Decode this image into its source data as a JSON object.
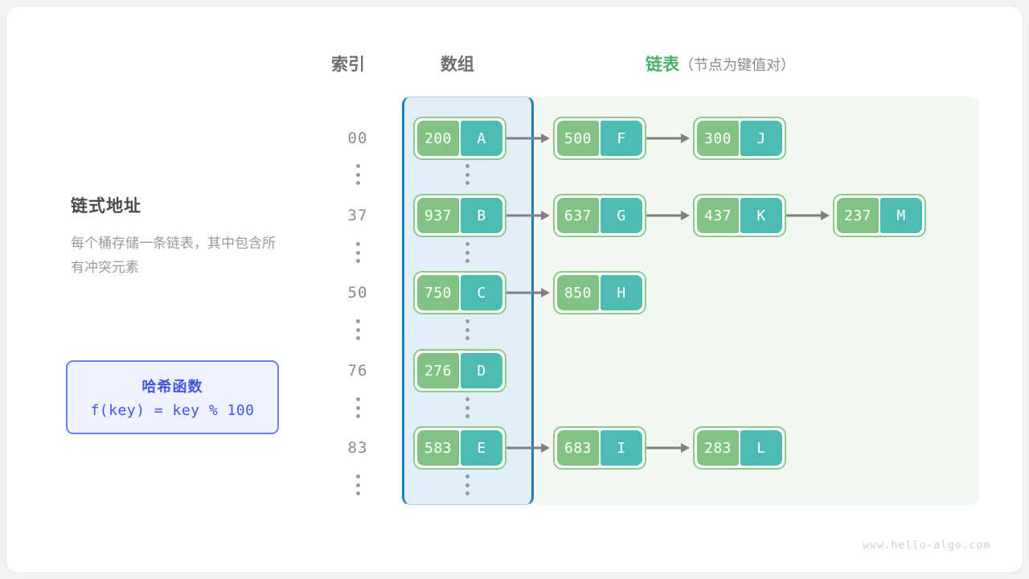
{
  "headers": {
    "index": "索引",
    "array": "数组",
    "list": "链表",
    "list_note": "（节点为键值对）"
  },
  "description": {
    "title": "链式地址",
    "body": "每个桶存储一条链表，其中包含所有冲突元素"
  },
  "hash_box": {
    "title": "哈希函数",
    "formula": "f(key) = key % 100"
  },
  "watermark": "www.hello-algo.com",
  "colors": {
    "array_panel_fill": "#e2eef8",
    "array_panel_border": "#1a7fc1",
    "list_panel_fill": "#f1f8f1",
    "key_cell": "#82c285",
    "value_cell": "#4cbcb3",
    "node_border": "#8cc98c",
    "arrow": "#808080",
    "list_header_green": "#4caf6d",
    "hash_accent": "#4356e0",
    "hash_fill": "#eef1fe"
  },
  "ellipsis_glyph": "⋮",
  "buckets": [
    {
      "index": "00",
      "bucket_node": {
        "key": "200",
        "value": "A"
      },
      "chain_nodes": [
        {
          "key": "500",
          "value": "F"
        },
        {
          "key": "300",
          "value": "J"
        }
      ]
    },
    {
      "index": "37",
      "bucket_node": {
        "key": "937",
        "value": "B"
      },
      "chain_nodes": [
        {
          "key": "637",
          "value": "G"
        },
        {
          "key": "437",
          "value": "K"
        },
        {
          "key": "237",
          "value": "M"
        }
      ]
    },
    {
      "index": "50",
      "bucket_node": {
        "key": "750",
        "value": "C"
      },
      "chain_nodes": [
        {
          "key": "850",
          "value": "H"
        }
      ]
    },
    {
      "index": "76",
      "bucket_node": {
        "key": "276",
        "value": "D"
      },
      "chain_nodes": []
    },
    {
      "index": "83",
      "bucket_node": {
        "key": "583",
        "value": "E"
      },
      "chain_nodes": [
        {
          "key": "683",
          "value": "I"
        },
        {
          "key": "283",
          "value": "L"
        }
      ]
    }
  ]
}
